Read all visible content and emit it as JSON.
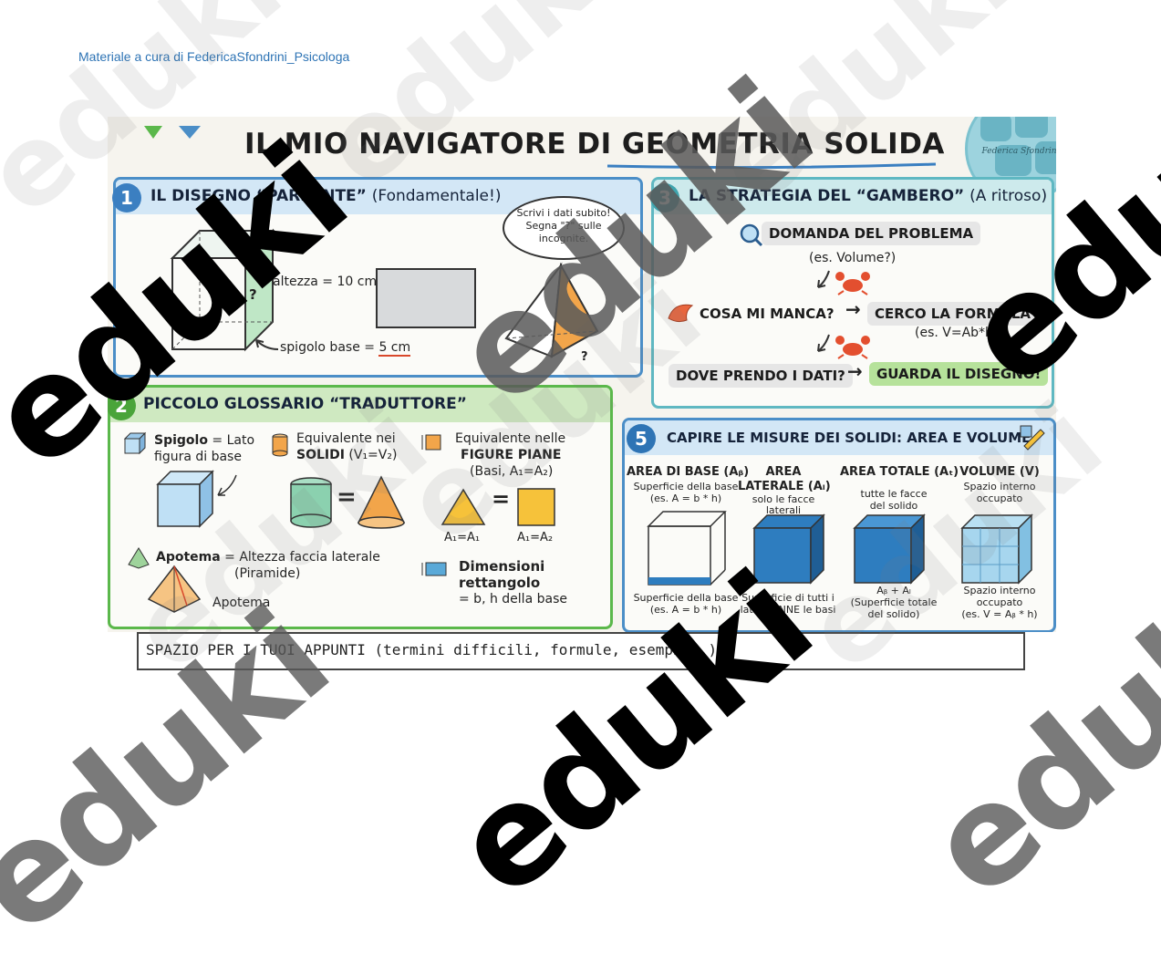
{
  "credit": "Materiale a cura di FedericaSfondrini_Psicologa",
  "title": "IL MIO NAVIGATORE DI GEOMETRIA SOLIDA",
  "logo_signature": "Federica Sfondrini",
  "section1": {
    "number": "1",
    "title": "IL DISEGNO “PARLANTE”",
    "subtitle": "(Fondamentale!)",
    "bubble": "Scrivi i dati subito! Segna \"?\" sulle incognite.",
    "height_label": "altezza = 10 cm",
    "base_label": "spigolo base = ",
    "base_value": "5 cm",
    "question": "?"
  },
  "section2": {
    "number": "2",
    "title": "PICCOLO GLOSSARIO “TRADUTTORE”",
    "spigolo_term": "Spigolo",
    "spigolo_def_1": "= Lato",
    "spigolo_def_2": "figura di base",
    "equiv_solid_1": "Equivalente nei",
    "equiv_solid_2": "SOLIDI",
    "equiv_solid_3": "(V₁=V₂)",
    "equiv_plane_1": "Equivalente nelle",
    "equiv_plane_2": "FIGURE PIANE",
    "equiv_plane_3": "(Basi, A₁=A₂)",
    "eq": "=",
    "a1": "A₁=A₁",
    "a2": "A₁=A₂",
    "apotema_term": "Apotema",
    "apotema_def_1": "= Altezza faccia laterale",
    "apotema_def_2": "(Piramide)",
    "apotema_label": "Apotema",
    "dim_1": "Dimensioni",
    "dim_2": "rettangolo",
    "dim_3": "= b, h della base"
  },
  "section3": {
    "number": "3",
    "title": "LA STRATEGIA DEL “GAMBERO”",
    "subtitle": "(A ritroso)",
    "step1": "DOMANDA DEL PROBLEMA",
    "step1_note": "(es. Volume?)",
    "step2": "COSA MI MANCA?",
    "arrow": "→",
    "step2b": "CERCO LA FORMULA",
    "step2_note": "(es. V=Ab*h)",
    "step3": "DOVE PRENDO I DATI?",
    "step3b": "GUARDA IL DISEGNO!"
  },
  "section5": {
    "number": "5",
    "title": "CAPIRE LE MISURE DEI SOLIDI: AREA E VOLUME",
    "col1_head": "AREA DI BASE (Aᵦ)",
    "col1_desc_1": "Superficie della base",
    "col1_desc_2": "(es. A = b * h)",
    "col1_foot_1": "Superficie della base",
    "col1_foot_2": "(es. A = b * h)",
    "col2_head_1": "AREA",
    "col2_head_2": "LATERALE (Aₗ)",
    "col2_desc_1": "solo le facce",
    "col2_desc_2": "laterali",
    "col2_foot_1": "Superficie di tutti i",
    "col2_foot_2": "lati TRANNE le basi",
    "col3_head": "AREA TOTALE (Aₜ)",
    "col3_desc_1": "tutte le facce",
    "col3_desc_2": "del solido",
    "col3_foot_1": "Aᵦ + Aₗ",
    "col3_foot_2": "(Superficie totale",
    "col3_foot_3": "del solido)",
    "col4_head": "VOLUME (V)",
    "col4_desc_1": "Spazio interno",
    "col4_desc_2": "occupato",
    "col4_foot_1": "Spazio interno",
    "col4_foot_2": "occupato",
    "col4_foot_3": "(es. V = Aᵦ * h)"
  },
  "notes": "SPAZIO PER I TUOI APPUNTI (termini difficili, formule, esempi...)",
  "watermark": "eduki",
  "colors": {
    "blue_border": "#4b8ec7",
    "green_border": "#5bb84b",
    "teal_border": "#5fb8c2",
    "green_pill": "#b6e29b",
    "grey_pill": "#e6e6e6",
    "orange": "#f2a54a",
    "cube_blue": "#2e7dbf"
  }
}
